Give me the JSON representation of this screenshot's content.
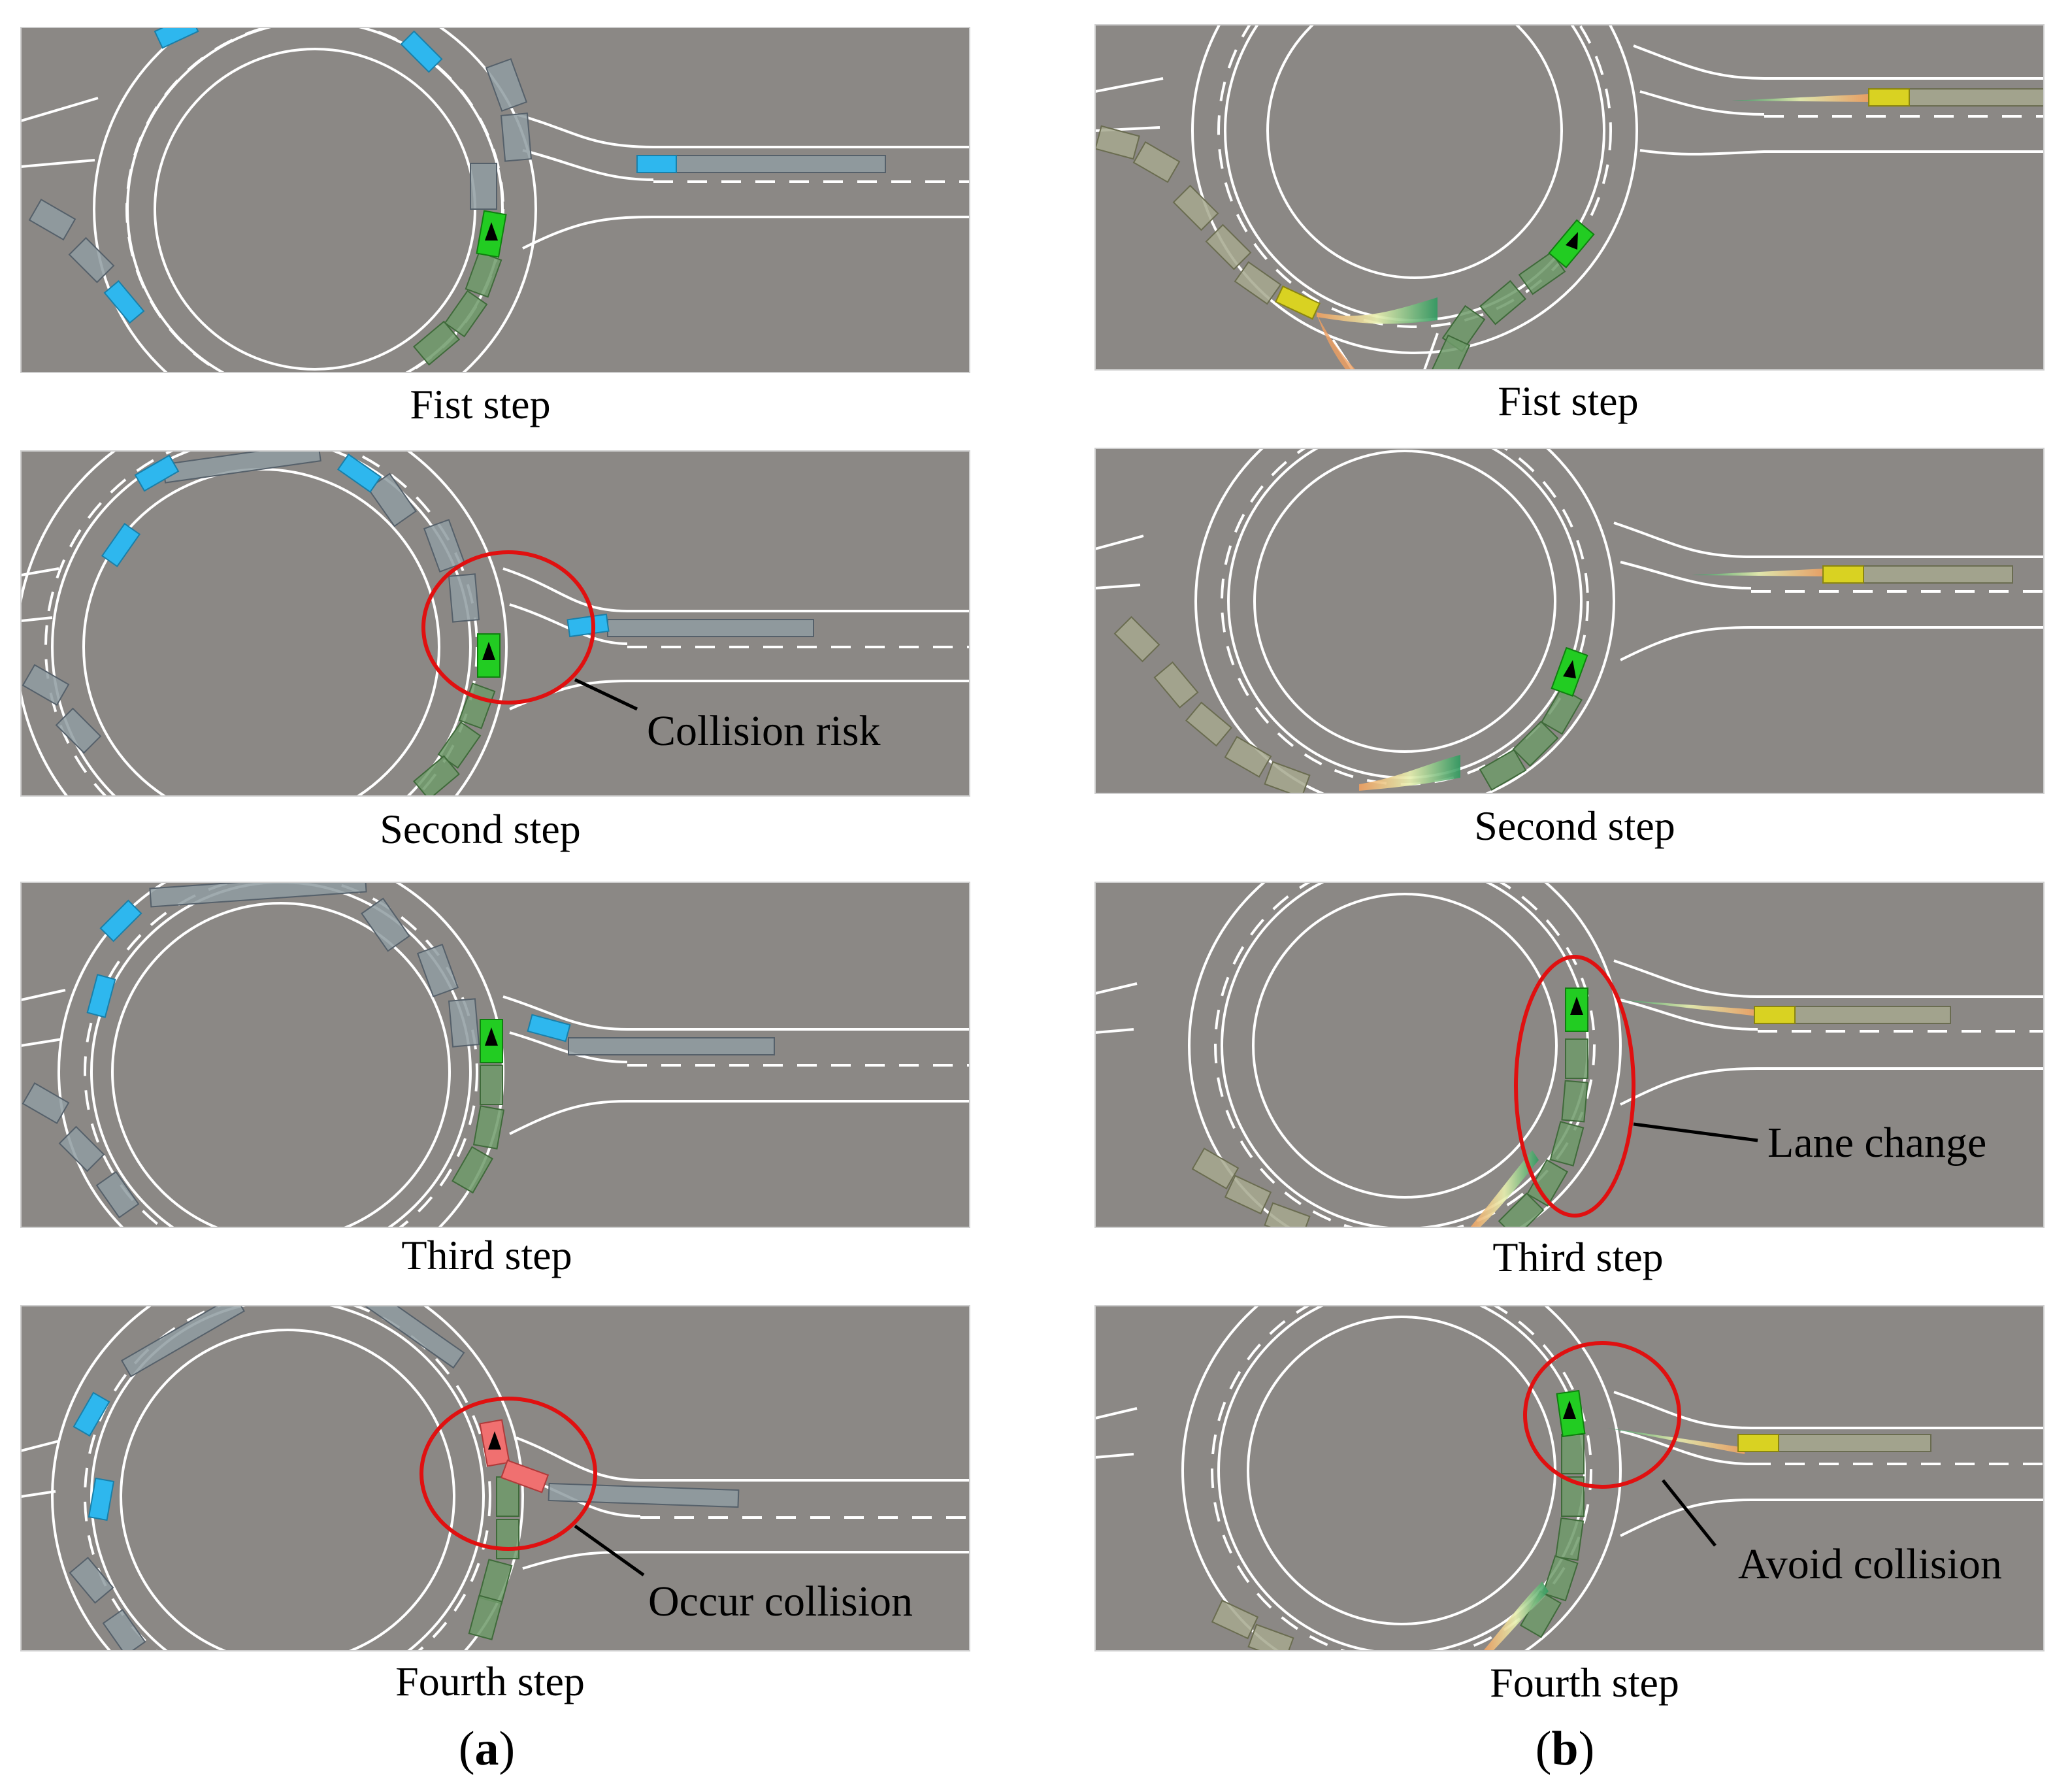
{
  "figure": {
    "columns": [
      {
        "label_open": "(",
        "label_letter": "a",
        "label_close": ")",
        "panels": [
          {
            "caption": "Fist step",
            "annotation": ""
          },
          {
            "caption": "Second step",
            "annotation": "Collision risk"
          },
          {
            "caption": "Third step",
            "annotation": ""
          },
          {
            "caption": "Fourth step",
            "annotation": "Occur collision"
          }
        ]
      },
      {
        "label_open": "(",
        "label_letter": "b",
        "label_close": ")",
        "panels": [
          {
            "caption": "Fist step",
            "annotation": ""
          },
          {
            "caption": "Second step",
            "annotation": ""
          },
          {
            "caption": "Third step",
            "annotation": "Lane change"
          },
          {
            "caption": "Fourth step",
            "annotation": "Avoid collision"
          }
        ]
      }
    ]
  },
  "colors": {
    "road": "#8b8885",
    "lane_line": "#ffffff",
    "ego_vehicle": "#22cc22",
    "other_vehicle_a": "#2eb7ee",
    "other_vehicle_b": "#d9d222",
    "trail_vehicle": "#8f9ca1",
    "ego_trail": "#6f9a6a",
    "collision_vehicle": "#f07070",
    "highlight_circle": "#e01010",
    "prediction_fan": "#3aa86a"
  }
}
